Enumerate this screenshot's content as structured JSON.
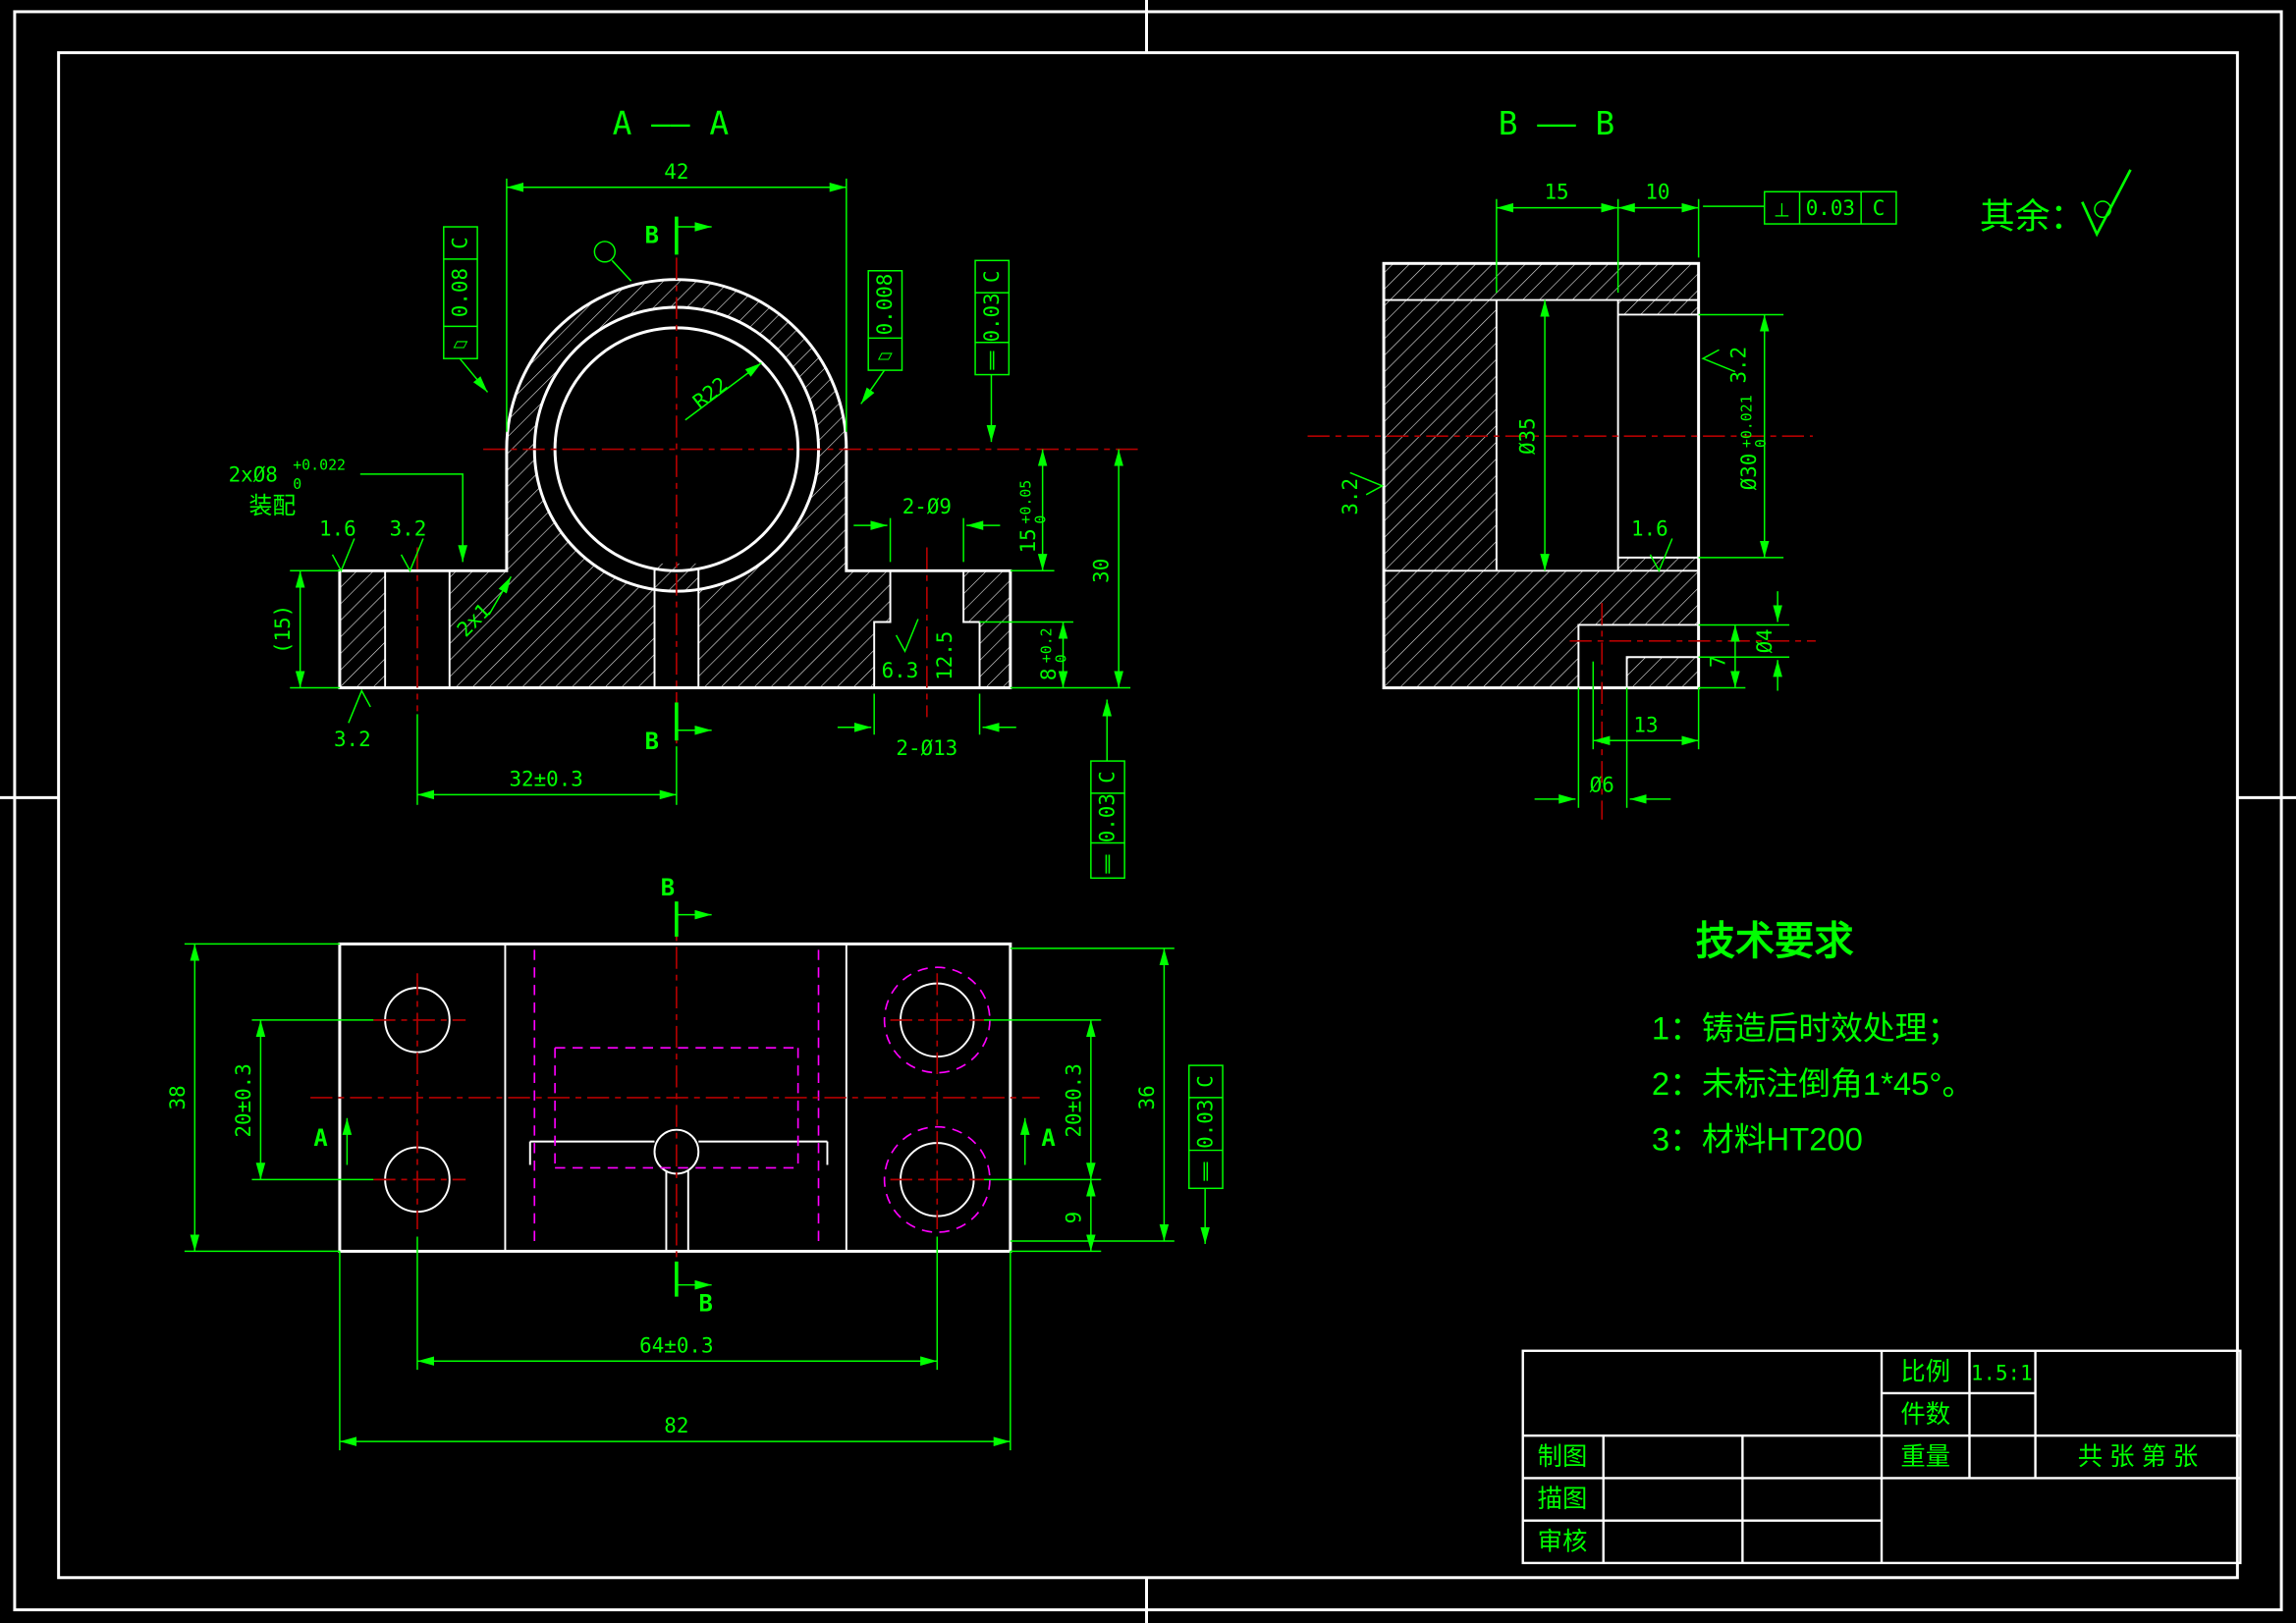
{
  "aa": {
    "title": "A —— A",
    "d42": "42",
    "d32": "32±0.3",
    "d15p": "(15)",
    "d30": "30",
    "t15": {
      "v": "15",
      "up": "+0.05",
      "lo": "0"
    },
    "t8": {
      "v": "8",
      "up": "+0.2",
      "lo": "0"
    },
    "d2x9": "2-Ø9",
    "d2x13": "2-Ø13",
    "r22": "R22",
    "d8h": {
      "v": "2xØ8",
      "up": "+0.022",
      "lo": "0"
    },
    "zhuangpei": "装配",
    "sf16": "1.6",
    "sf32a": "3.2",
    "sf32b": "3.2",
    "sf63": "6.3",
    "sf125": "12.5",
    "chamfer": "2x1",
    "fcf_flat": {
      "sym": "▱",
      "val": "0.08",
      "datum": "C"
    },
    "fcf_flat2": {
      "sym": "▱",
      "val": "0.008"
    },
    "fcf_par": {
      "sym": "∥",
      "val": "0.03",
      "datum": "C"
    },
    "mk": "B"
  },
  "bb": {
    "title": "B —— B",
    "d15": "15",
    "d10": "10",
    "d35": "Ø35",
    "t30": {
      "v": "Ø30",
      "up": "+0.021",
      "lo": "0"
    },
    "d4": "Ø4",
    "d6": "Ø6",
    "d7": "7",
    "d13": "13",
    "sf32l": "3.2",
    "sf32r": "3.2",
    "sf16": "1.6",
    "fcf_perp": {
      "sym": "⊥",
      "val": "0.03",
      "datum": "C"
    },
    "qiyu": "其余："
  },
  "tv": {
    "d38": "38",
    "d20l": "20±0.3",
    "d20r": "20±0.3",
    "d36": "36",
    "d9": "9",
    "d64": "64±0.3",
    "d82": "82",
    "mka": "A",
    "mkb": "B",
    "fcf_top": {
      "sym": "∥",
      "val": "0.03",
      "datum": "C"
    },
    "fcf_right": {
      "sym": "∥",
      "val": "0.03",
      "datum": "C"
    }
  },
  "tech": {
    "title": "技术要求",
    "items": [
      "1：铸造后时效处理；",
      "2：未标注倒角1*45°。",
      "3：材料HT200"
    ]
  },
  "tb": {
    "scale_label": "比例",
    "scale_value": "1.5:1",
    "qty_label": "件数",
    "weight_label": "重量",
    "sheets": "共 张 第 张",
    "drawn": "制图",
    "traced": "描图",
    "checked": "审核"
  }
}
